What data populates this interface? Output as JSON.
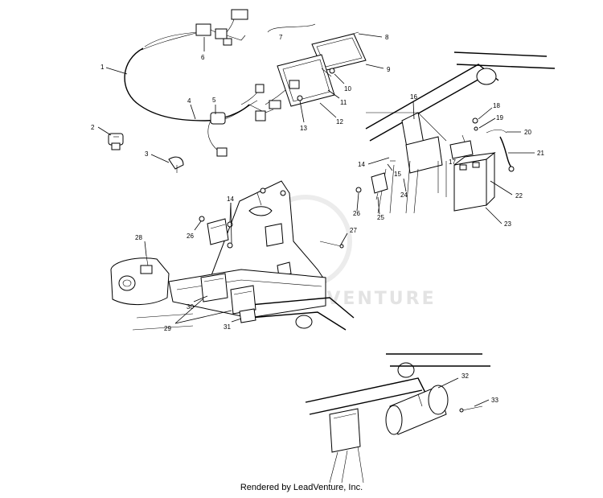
{
  "watermark_text": "LEADVENTURE",
  "credit_text": "Rendered by LeadVenture, Inc.",
  "callouts": [
    "1",
    "2",
    "3",
    "4",
    "5",
    "6",
    "7",
    "8",
    "9",
    "10",
    "11",
    "12",
    "13",
    "14",
    "15",
    "16",
    "17",
    "18",
    "19",
    "20",
    "21",
    "22",
    "23",
    "24",
    "25",
    "26",
    "27",
    "28",
    "29",
    "30",
    "31",
    "32",
    "33",
    "14",
    "26"
  ]
}
